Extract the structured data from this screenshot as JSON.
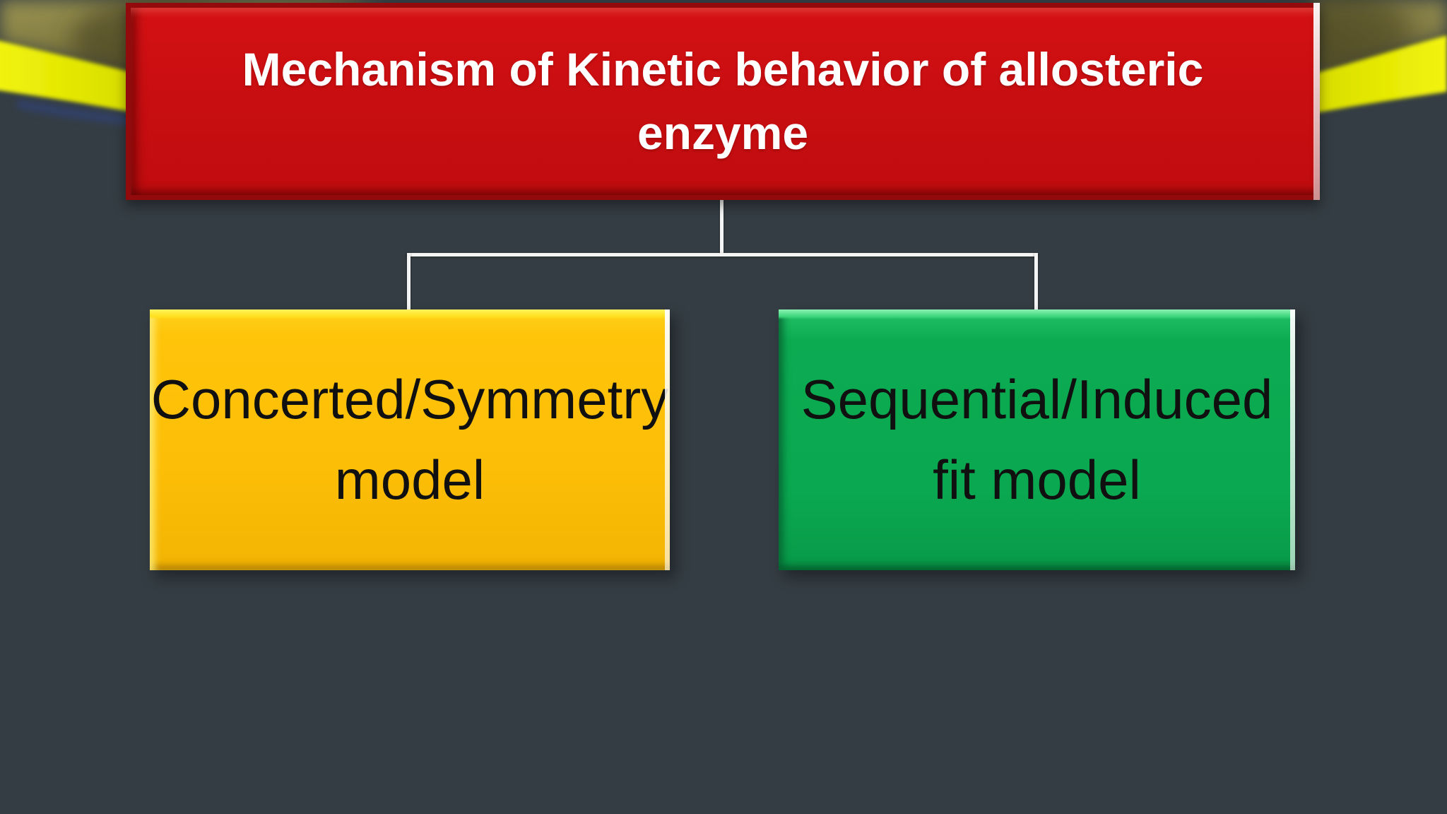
{
  "slide": {
    "title": {
      "line1": "Mechanism of Kinetic behavior of allosteric",
      "line2": "enzyme"
    },
    "nodes": [
      {
        "id": "concerted-symmetry-model",
        "line1": "Concerted/Symmetry",
        "line2": "model"
      },
      {
        "id": "sequential-induced-fit-model",
        "line1": "Sequential/Induced",
        "line2": "fit model"
      }
    ],
    "colors": {
      "background": "#343d43",
      "title_fill": "#c90e11",
      "title_border": "#930a0c",
      "title_text": "#ffffff",
      "node_left_fill": "#febf06",
      "node_right_fill": "#0bab52",
      "node_text": "#101010",
      "connector": "#f4f4f4",
      "ribbon_yellow": "#e8ec06",
      "ribbon_olive": "#7d7836"
    }
  }
}
